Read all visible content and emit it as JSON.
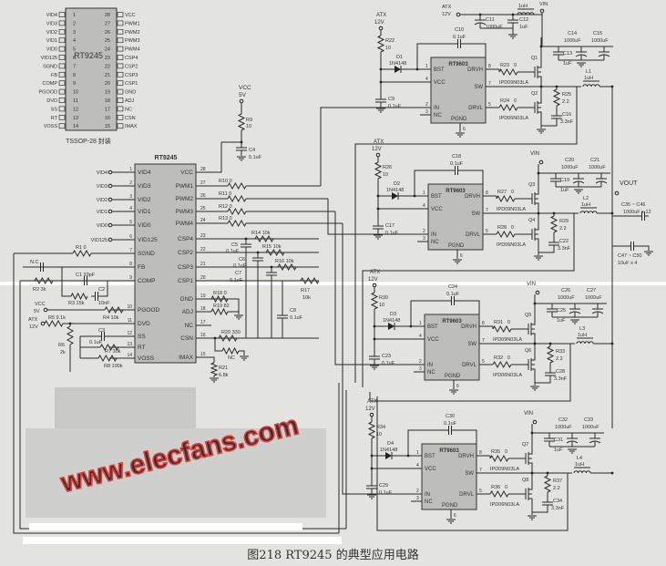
{
  "package": {
    "part": "RT9245",
    "caption": "TSSOP-28 封装",
    "left_pins": [
      "VID4",
      "VID3",
      "VID2",
      "VID1",
      "VID0",
      "VID125",
      "SGND",
      "FB",
      "COMP",
      "PGOOD",
      "DVD",
      "SS",
      "RT",
      "VOSS"
    ],
    "right_pins": [
      "VCC",
      "PWM1",
      "PWM2",
      "PWM3",
      "PWM4",
      "CSP4",
      "CSP2",
      "CSP3",
      "CSP1",
      "GND",
      "ADJ",
      "NC",
      "CSN",
      "IMAX"
    ]
  },
  "controller": {
    "title": "RT9245",
    "left": [
      {
        "num": "1",
        "pin": "VID4",
        "net": "VID4"
      },
      {
        "num": "2",
        "pin": "VID3",
        "net": "VID3"
      },
      {
        "num": "3",
        "pin": "VID2",
        "net": "VID2"
      },
      {
        "num": "4",
        "pin": "VID1",
        "net": "VID1"
      },
      {
        "num": "5",
        "pin": "VID0",
        "net": "VID0"
      },
      {
        "num": "6",
        "pin": "VID125",
        "net": "VID125"
      },
      {
        "num": "7",
        "pin": "SGND"
      },
      {
        "num": "8",
        "pin": "FB"
      },
      {
        "num": "9",
        "pin": "COMP"
      },
      {
        "num": "10",
        "pin": "PGOOD"
      },
      {
        "num": "11",
        "pin": "DVD"
      },
      {
        "num": "12",
        "pin": "SS"
      },
      {
        "num": "13",
        "pin": "RT"
      },
      {
        "num": "14",
        "pin": "VOSS"
      }
    ],
    "right": [
      {
        "num": "28",
        "pin": "VCC"
      },
      {
        "num": "27",
        "pin": "PWM1"
      },
      {
        "num": "26",
        "pin": "PWM2"
      },
      {
        "num": "25",
        "pin": "PWM3"
      },
      {
        "num": "24",
        "pin": "PWM4"
      },
      {
        "num": "23",
        "pin": "CSP4"
      },
      {
        "num": "22",
        "pin": "CSP2"
      },
      {
        "num": "21",
        "pin": "CSP3"
      },
      {
        "num": "20",
        "pin": "CSP1"
      },
      {
        "num": "19",
        "pin": "GND"
      },
      {
        "num": "18",
        "pin": "ADJ"
      },
      {
        "num": "17",
        "pin": "NC"
      },
      {
        "num": "16",
        "pin": "CSN"
      },
      {
        "num": "15",
        "pin": "IMAX"
      }
    ],
    "vcc_supply": {
      "label": "VCC",
      "value": "5V",
      "r": "R9",
      "r_val": "10",
      "c": "C4",
      "c_val": "0.1uF"
    },
    "left_parts": {
      "R1": "R1  0",
      "NC": "N.C",
      "R2": "R2  3k",
      "C1": "C1  33pF",
      "R3": "R3  15k",
      "C2": "C2",
      "C2_val": "10nF",
      "vcc_label": "VCC",
      "vcc_val": "5V",
      "R4": "R4  10k",
      "atx_label": "ATX",
      "atx_val": "12V",
      "R5": "R5  9.1k",
      "R6": "R6",
      "R6_val": "2k",
      "C3": "C3",
      "C3_val": "0.1uF",
      "R7": "R7  30k",
      "R8": "R8  100k"
    },
    "right_parts": {
      "R10": "R10  0",
      "R11": "R11  0",
      "R12": "R12  0",
      "R13": "R13  0",
      "R14": "R14  10k",
      "R15": "R15  10k",
      "R16": "R16  10k",
      "R17": "R17",
      "R17_val": "10k",
      "C5": "C5",
      "C5_val": "0.1uF",
      "C6": "C6",
      "C6_val": "0.1uF",
      "C7": "C7",
      "C7_val": "0.1uF",
      "C8": "C8",
      "C8_val": "0.1uF",
      "R18": "R18  0",
      "R19": "R19  82",
      "R20": "R20  330",
      "NC": "NC",
      "R21": "R21",
      "R21_val": "6.8k"
    }
  },
  "input_filter": {
    "atx": "ATX",
    "atx_val": "12V",
    "C11": "C11",
    "C11_val": "1000uF",
    "C12": "C12",
    "C12_val": "1uF",
    "L": "1uH",
    "vin": "VIN"
  },
  "phases": [
    {
      "chip": "RT9603",
      "atx": "ATX",
      "atx_val": "12V",
      "rb": "R22",
      "rb_val": "10",
      "d": "D1",
      "d_val": "1N4148",
      "cv": "C9",
      "cv_val": "0.1uF",
      "cb": "C10",
      "cb_val": "0.1uF",
      "rh": "R23",
      "rh_val": "0",
      "qh": "Q1",
      "qh_part": "IPD09N03LA",
      "rl": "R24",
      "rl_val": "0",
      "ql": "Q2",
      "ql_part": "IPD06N03LA",
      "rs": "R25",
      "rs_val": "2.2",
      "cs": "C16",
      "cs_val": "3.3nF",
      "l": "L1",
      "l_val": "1uH",
      "ci": "C13",
      "ci_val": "1uF",
      "ce1": "C14",
      "ce1_val": "1000uF",
      "ce2": "C15",
      "ce2_val": "1000uF",
      "vin": ""
    },
    {
      "chip": "RT9603",
      "atx": "ATX",
      "atx_val": "12V",
      "rb": "R26",
      "rb_val": "10",
      "d": "D2",
      "d_val": "1N4148",
      "cv": "C17",
      "cv_val": "0.1uF",
      "cb": "C18",
      "cb_val": "0.1uF",
      "rh": "R27",
      "rh_val": "0",
      "qh": "Q3",
      "qh_part": "IPD09N03LA",
      "rl": "R28",
      "rl_val": "0",
      "ql": "Q4",
      "ql_part": "IPD06N03LA",
      "rs": "R29",
      "rs_val": "2.2",
      "cs": "C22",
      "cs_val": "3.3nF",
      "l": "L2",
      "l_val": "1uH",
      "ci": "C19",
      "ci_val": "1uF",
      "ce1": "C20",
      "ce1_val": "1000uF",
      "ce2": "C21",
      "ce2_val": "1000uF",
      "vin": "VIN"
    },
    {
      "chip": "RT9603",
      "atx": "ATX",
      "atx_val": "12V",
      "rb": "R30",
      "rb_val": "10",
      "d": "D3",
      "d_val": "1N4148",
      "cv": "C23",
      "cv_val": "0.1uF",
      "cb": "C24",
      "cb_val": "0.1uF",
      "rh": "R31",
      "rh_val": "0",
      "qh": "Q5",
      "qh_part": "IPD09N03LA",
      "rl": "R32",
      "rl_val": "0",
      "ql": "Q6",
      "ql_part": "IPD06N03LA",
      "rs": "R33",
      "rs_val": "2.2",
      "cs": "C28",
      "cs_val": "3.3nF",
      "l": "L3",
      "l_val": "1uH",
      "ci": "C25",
      "ci_val": "1uF",
      "ce1": "C26",
      "ce1_val": "1000uF",
      "ce2": "C27",
      "ce2_val": "1000uF",
      "vin": "VIN"
    },
    {
      "chip": "RT9603",
      "atx": "ATX",
      "atx_val": "12V",
      "rb": "R34",
      "rb_val": "10",
      "d": "D4",
      "d_val": "1N4148",
      "cv": "C29",
      "cv_val": "0.1uF",
      "cb": "C30",
      "cb_val": "0.1uF",
      "rh": "R35",
      "rh_val": "0",
      "qh": "Q7",
      "qh_part": "IPD09N03LA",
      "rl": "R36",
      "rl_val": "0",
      "ql": "Q8",
      "ql_part": "IPD06N03LA",
      "rs": "R37",
      "rs_val": "2.2",
      "cs": "C34",
      "cs_val": "3.3nF",
      "l": "L4",
      "l_val": "1uH",
      "ci": "C31",
      "ci_val": "1uF",
      "ce1": "C32",
      "ce1_val": "1000uF",
      "ce2": "C33",
      "ce2_val": "1000uF",
      "vin": "VIN"
    }
  ],
  "driver_pins": {
    "bst": "BST",
    "vcc": "VCC",
    "in": "IN",
    "nc": "NC",
    "drvh": "DRVH",
    "sw": "SW",
    "drvl": "DRVL",
    "pgnd": "PGND",
    "n_bst": "1",
    "n_vcc": "4",
    "n_in": "2",
    "n_nc": "3",
    "n_drvh": "8",
    "n_sw": "7",
    "n_drvl": "5",
    "n_pgnd": "6"
  },
  "output": {
    "vout": "VOUT",
    "bulk": "C35 ~ C46",
    "bulk_val": "1000uF x 12",
    "ceramic": "C47 ~ C50",
    "ceramic_val": "10uF x 4"
  },
  "watermark": "www.elecfans.com",
  "figure_caption": "图218   RT9245 的典型应用电路"
}
